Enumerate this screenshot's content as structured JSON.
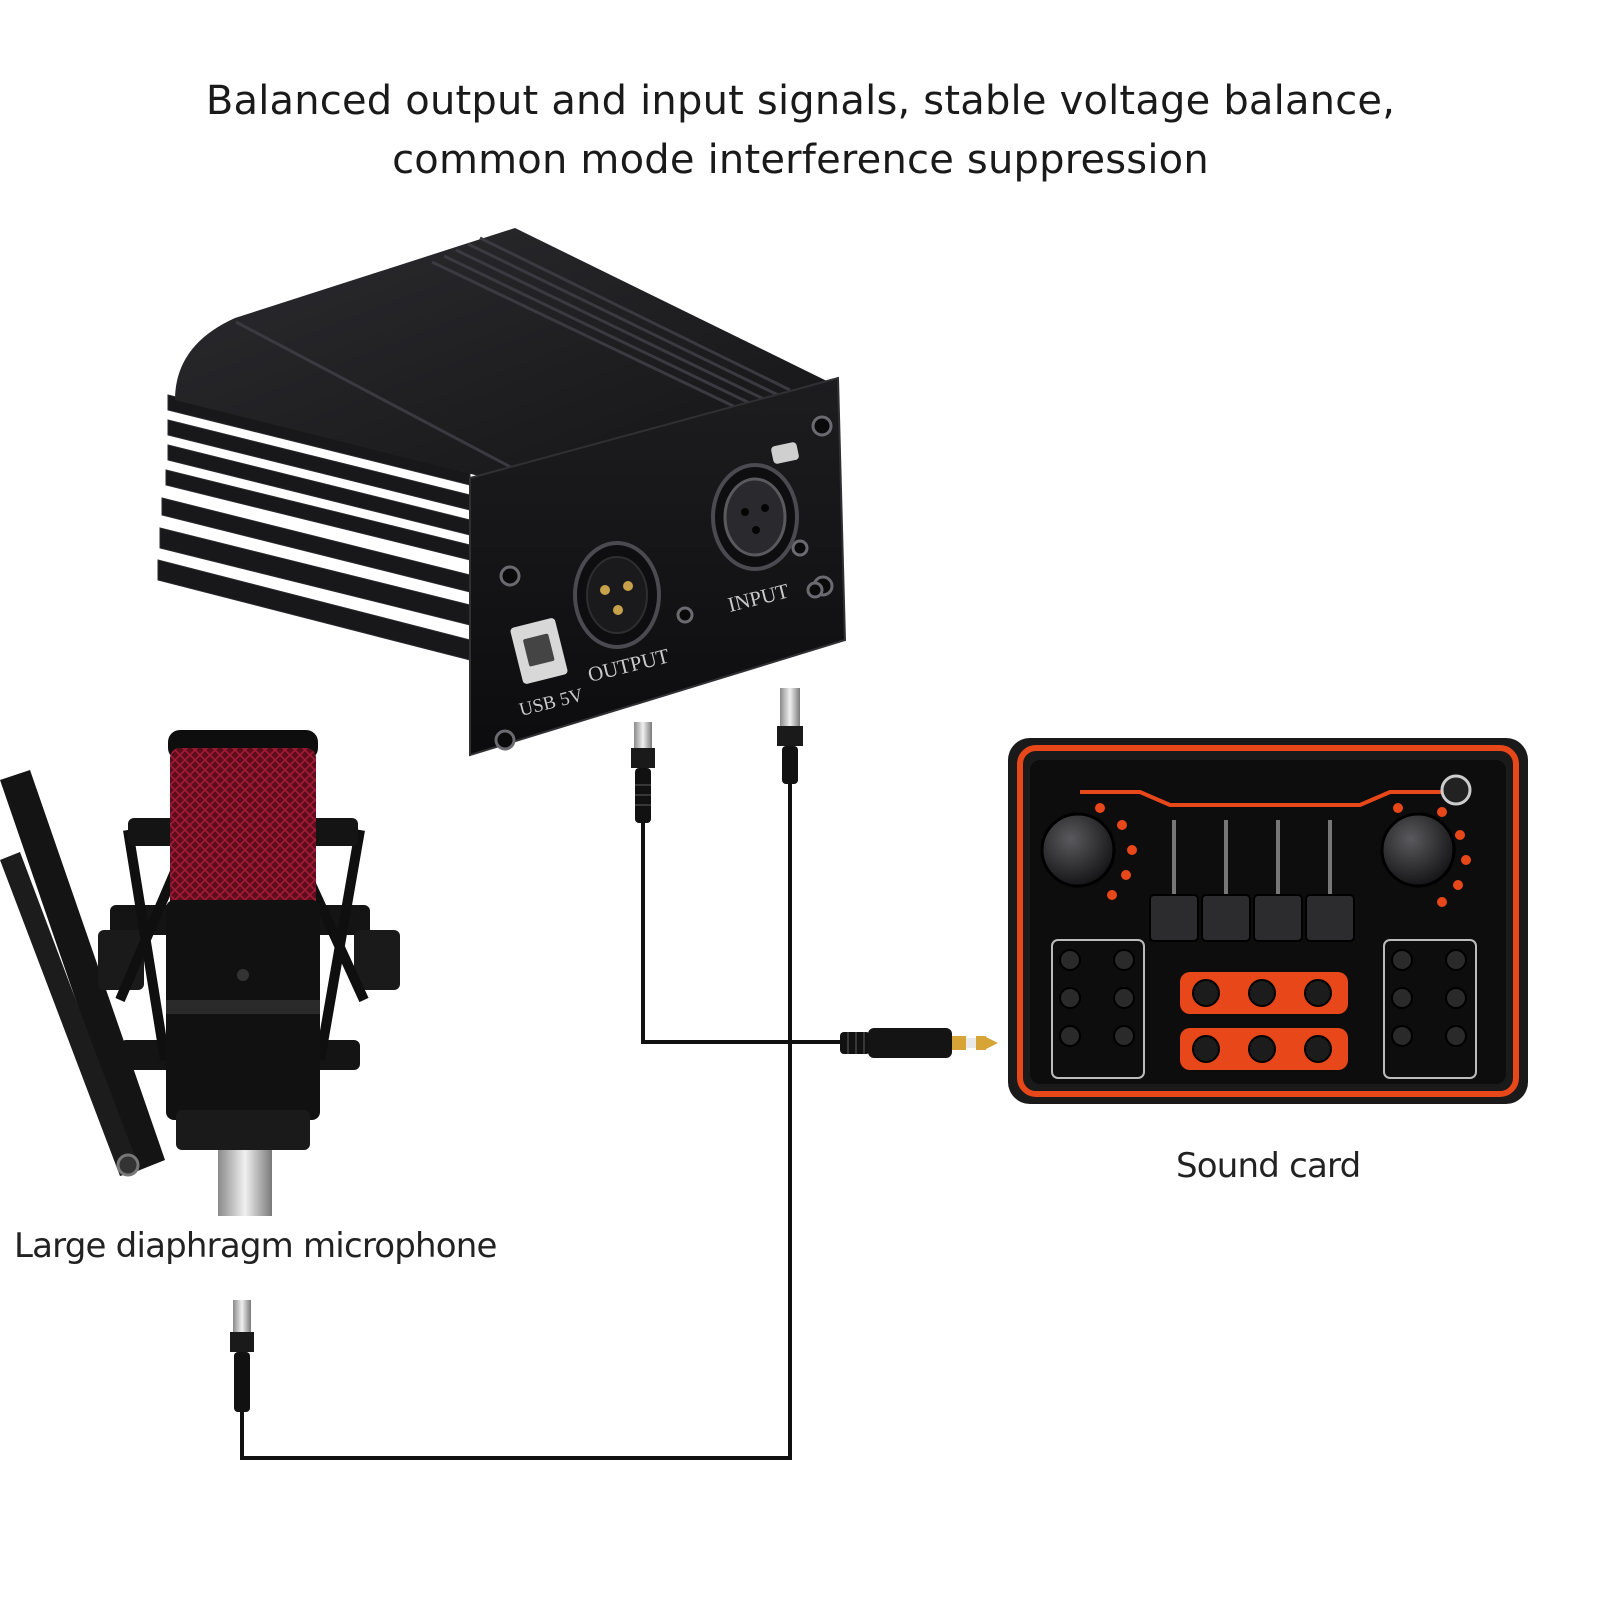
{
  "headline": {
    "line1": "Balanced output and input signals, stable voltage balance,",
    "line2": "common mode interference suppression"
  },
  "labels": {
    "sound_card": "Sound card",
    "microphone": "Large diaphragm microphone"
  },
  "device_panel": {
    "usb": "USB 5V",
    "output": "OUTPUT",
    "input": "INPUT"
  },
  "colors": {
    "device_body": "#141416",
    "sound_card_orange": "#e8471a",
    "mic_grille": "#7a1226",
    "cable": "#111111"
  }
}
